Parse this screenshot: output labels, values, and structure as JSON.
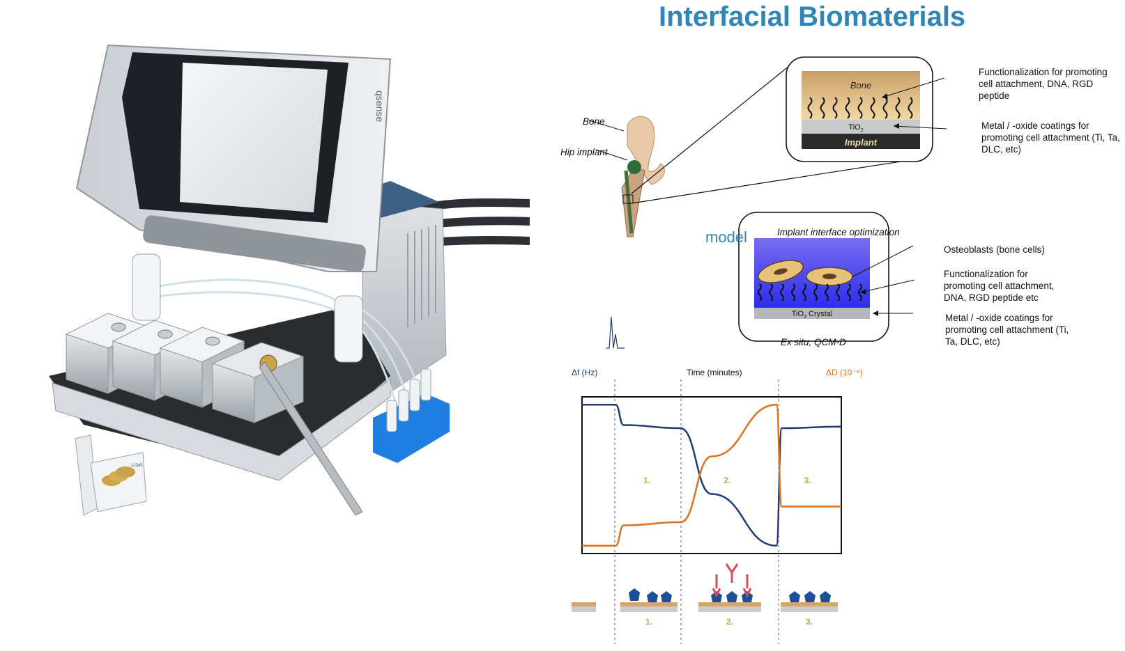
{
  "title": "Interfacial Biomaterials",
  "device": {
    "brand_text": "qsense",
    "vial_label": "12345"
  },
  "hip": {
    "bone_label": "Bone",
    "implant_label": "Hip implant"
  },
  "inset_top": {
    "bone_text": "Bone",
    "tio2_text": "TiO",
    "tio2_sub": "2",
    "implant_text": "Implant",
    "callout_functionalization": "Functionalization for promoting cell attachment, DNA, RGD peptide",
    "callout_coatings": "Metal / -oxide coatings for promoting cell attachment (Ti, Ta, DLC, etc)"
  },
  "model": {
    "word": "model",
    "box_title": "Implant interface optimization",
    "crystal_text": "TiO",
    "crystal_sub": "2",
    "crystal_suffix": " Crystal",
    "footer": "Ex situ, QCM-D",
    "callout_osteoblasts": "Osteoblasts (bone cells)",
    "callout_functionalization": "Functionalization for promoting cell attachment, DNA, RGD peptide etc",
    "callout_coatings": "Metal / -oxide coatings for promoting cell attachment (Ti, Ta, DLC, etc)"
  },
  "chart_data": {
    "type": "line",
    "left_axis_label": "Δf (Hz)",
    "top_axis_label": "Time (minutes)",
    "right_axis_label": "ΔD (10⁻⁶)",
    "phase_labels": [
      "1.",
      "2.",
      "3."
    ],
    "series": [
      {
        "color": "#1f3a7a",
        "points": [
          [
            0,
            0.95
          ],
          [
            0.13,
            0.95
          ],
          [
            0.16,
            0.82
          ],
          [
            0.38,
            0.8
          ],
          [
            0.5,
            0.38
          ],
          [
            0.75,
            0.05
          ],
          [
            0.77,
            0.8
          ],
          [
            1.0,
            0.81
          ]
        ]
      },
      {
        "color": "#d9721e",
        "points": [
          [
            0,
            0.05
          ],
          [
            0.13,
            0.05
          ],
          [
            0.16,
            0.18
          ],
          [
            0.38,
            0.2
          ],
          [
            0.5,
            0.62
          ],
          [
            0.75,
            0.95
          ],
          [
            0.77,
            0.3
          ],
          [
            1.0,
            0.3
          ]
        ]
      }
    ],
    "bottom_labels": [
      "1.",
      "2.",
      "3."
    ]
  },
  "colors": {
    "title": "#2e86b8",
    "blue_line": "#1f3a7a",
    "orange_line": "#d9721e",
    "sponge": "#1f7fe0",
    "model_gradient_top": "#6b5cf0",
    "model_gradient_bottom": "#3c3cf0"
  }
}
